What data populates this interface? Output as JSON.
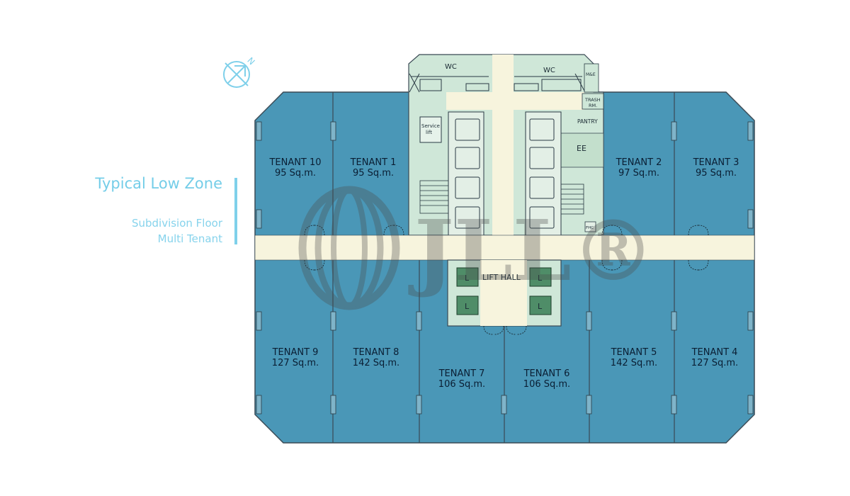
{
  "title": "Typical Low Zone",
  "subtitle_lines": [
    "Subdivision Floor",
    "Multi Tenant"
  ],
  "compass_label": "N",
  "watermark": "JLL®",
  "colors": {
    "tenant": "#4a97b7",
    "core": "#cfe7d8",
    "corridor": "#f7f4dd",
    "lift": "#4f8d68",
    "accent": "#7fd0ea",
    "wall": "#3b4a55"
  },
  "tenants": [
    {
      "id": "tenant-10",
      "name": "TENANT 10",
      "area": "95 Sq.m."
    },
    {
      "id": "tenant-1",
      "name": "TENANT 1",
      "area": "95 Sq.m."
    },
    {
      "id": "tenant-2",
      "name": "TENANT 2",
      "area": "97 Sq.m."
    },
    {
      "id": "tenant-3",
      "name": "TENANT 3",
      "area": "95 Sq.m."
    },
    {
      "id": "tenant-9",
      "name": "TENANT 9",
      "area": "127 Sq.m."
    },
    {
      "id": "tenant-8",
      "name": "TENANT 8",
      "area": "142 Sq.m."
    },
    {
      "id": "tenant-7",
      "name": "TENANT 7",
      "area": "106 Sq.m."
    },
    {
      "id": "tenant-6",
      "name": "TENANT 6",
      "area": "106 Sq.m."
    },
    {
      "id": "tenant-5",
      "name": "TENANT 5",
      "area": "142 Sq.m."
    },
    {
      "id": "tenant-4",
      "name": "TENANT 4",
      "area": "127 Sq.m."
    }
  ],
  "rooms": {
    "wc": "WC",
    "service_lift": [
      "Service",
      "lift"
    ],
    "me": "M&E",
    "trash": [
      "TRASH",
      "RM."
    ],
    "pantry": "PANTRY",
    "ee": "EE",
    "fhc": "FHC",
    "lift_hall": "LIFT HALL",
    "lift": "L"
  }
}
